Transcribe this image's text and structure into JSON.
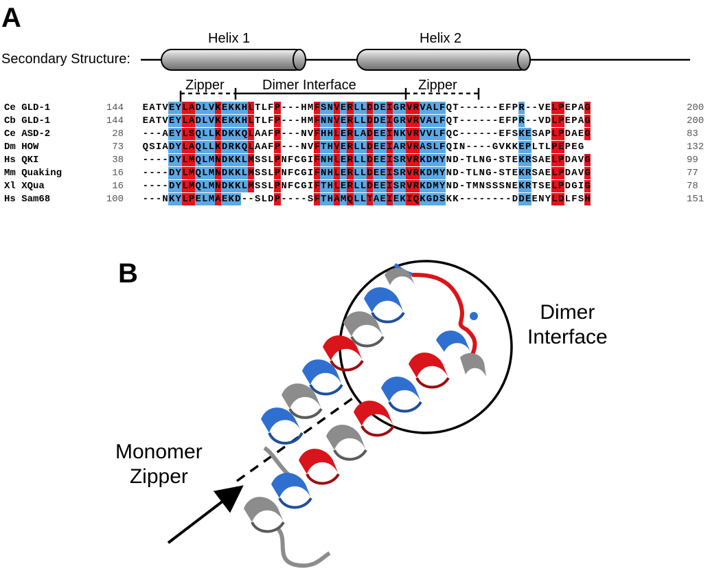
{
  "panel_a": {
    "letter": "A",
    "secondary_structure_label": "Secondary Structure:",
    "helix1_label": "Helix 1",
    "helix2_label": "Helix 2",
    "zipper_label_1": "Zipper",
    "dimer_interface_label": "Dimer Interface",
    "zipper_label_2": "Zipper"
  },
  "alignment": [
    {
      "species": "Ce GLD-1",
      "start": "144",
      "seq": "EATVEYLADLVKEKKHLTLFP---HMFSNVERLLDDEIGRVRVALFQT------EFPR--VELPEPAG",
      "end": "200"
    },
    {
      "species": "Cb GLD-1",
      "start": "144",
      "seq": "EATVEYLADLVKEKKHLTLFP---HMFNNVERLLDDEIGRVRVALFQT------EFPR--VDLPEPAG",
      "end": "200"
    },
    {
      "species": "Ce ASD-2",
      "start": "28",
      "seq": "---AEYLSQLLKDKKQLAAFP---NVFHHLERLADEEINKVRVVLFQC------EFSKESAPLPDAEG",
      "end": "83"
    },
    {
      "species": "Dm HOW",
      "start": "73",
      "seq": "QSIADYLAQLLKDRKQLAAFP---NVFTHVERLLDEEIARVRASLFQIN----GVKKEPLTLPEPEG",
      "end": "132"
    },
    {
      "species": "Hs QKI",
      "start": "38",
      "seq": "----DYLMQLMNDKKLMSSLPNFCGIFNHLERLLDEEISRVRKDMYND-TLNG-STEKRSAELPDAVG",
      "end": "99"
    },
    {
      "species": "Mm Quaking",
      "start": "16",
      "seq": "----DYLMQLMNDKKLMSSLPNFCGIFNHLERLLDEEISRVRKDMYND-TLNG-STEKRSAELPDAVG",
      "end": "77"
    },
    {
      "species": "Xl XQua",
      "start": "16",
      "seq": "----DYLMQLMNDKKLMSSLPNFCGIFTHLERLLDEEISRVRKDMYND-TMNSSSNEKRTSELPDGIG",
      "end": "78"
    },
    {
      "species": "Hs Sam68",
      "start": "100",
      "seq": "---NKYLPELMAEKD--SLDP----SFTHAMQLLTAEIEKIQKGDSKK--------DDEENYLDLFSH",
      "end": "151"
    }
  ],
  "panel_b": {
    "letter": "B",
    "dimer_interface_line1": "Dimer",
    "dimer_interface_line2": "Interface",
    "monomer_zipper_line1": "Monomer",
    "monomer_zipper_line2": "Zipper"
  },
  "colors": {
    "highlight_blue": "#5aa9e6",
    "highlight_red": "#e8121b",
    "ribbon_blue": "#2f6fd0",
    "ribbon_red": "#d9141a",
    "ribbon_gray": "#8c8c8c"
  }
}
